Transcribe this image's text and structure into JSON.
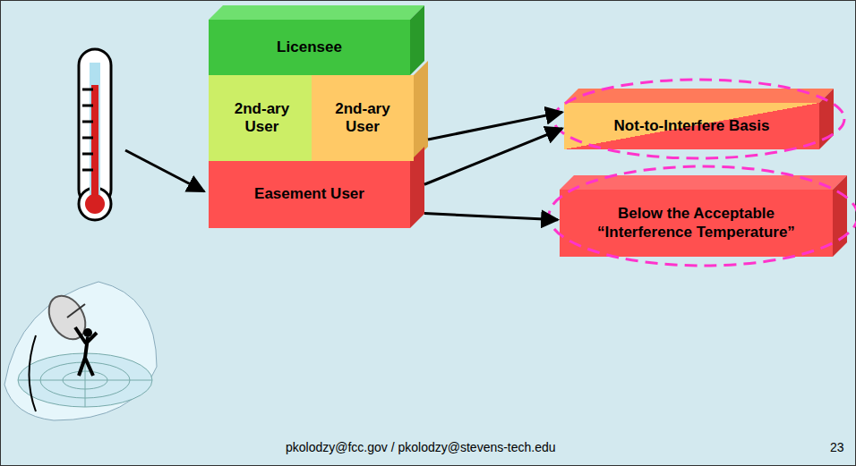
{
  "diagram": {
    "nodes": [
      {
        "text": [
          "Licensee"
        ]
      },
      {
        "text": [
          "2nd-ary User"
        ]
      },
      {
        "text": [
          "2nd-ary User"
        ]
      },
      {
        "text": [
          "Easement User"
        ]
      },
      {
        "text": [
          "Not-to-Interfere Basis"
        ]
      },
      {
        "text": [
          "Below the Acceptable “Interference Temperature”"
        ]
      }
    ],
    "edges": [
      {
        "from": 2,
        "to": 4,
        "arrow": "to"
      },
      {
        "from": 3,
        "to": 4,
        "arrow": "to"
      },
      {
        "from": 3,
        "to": 5,
        "arrow": "to"
      }
    ],
    "labels": [
      "pkolodzy@fcc.gov / pkolodzy@stevens-tech.edu",
      "23"
    ]
  }
}
